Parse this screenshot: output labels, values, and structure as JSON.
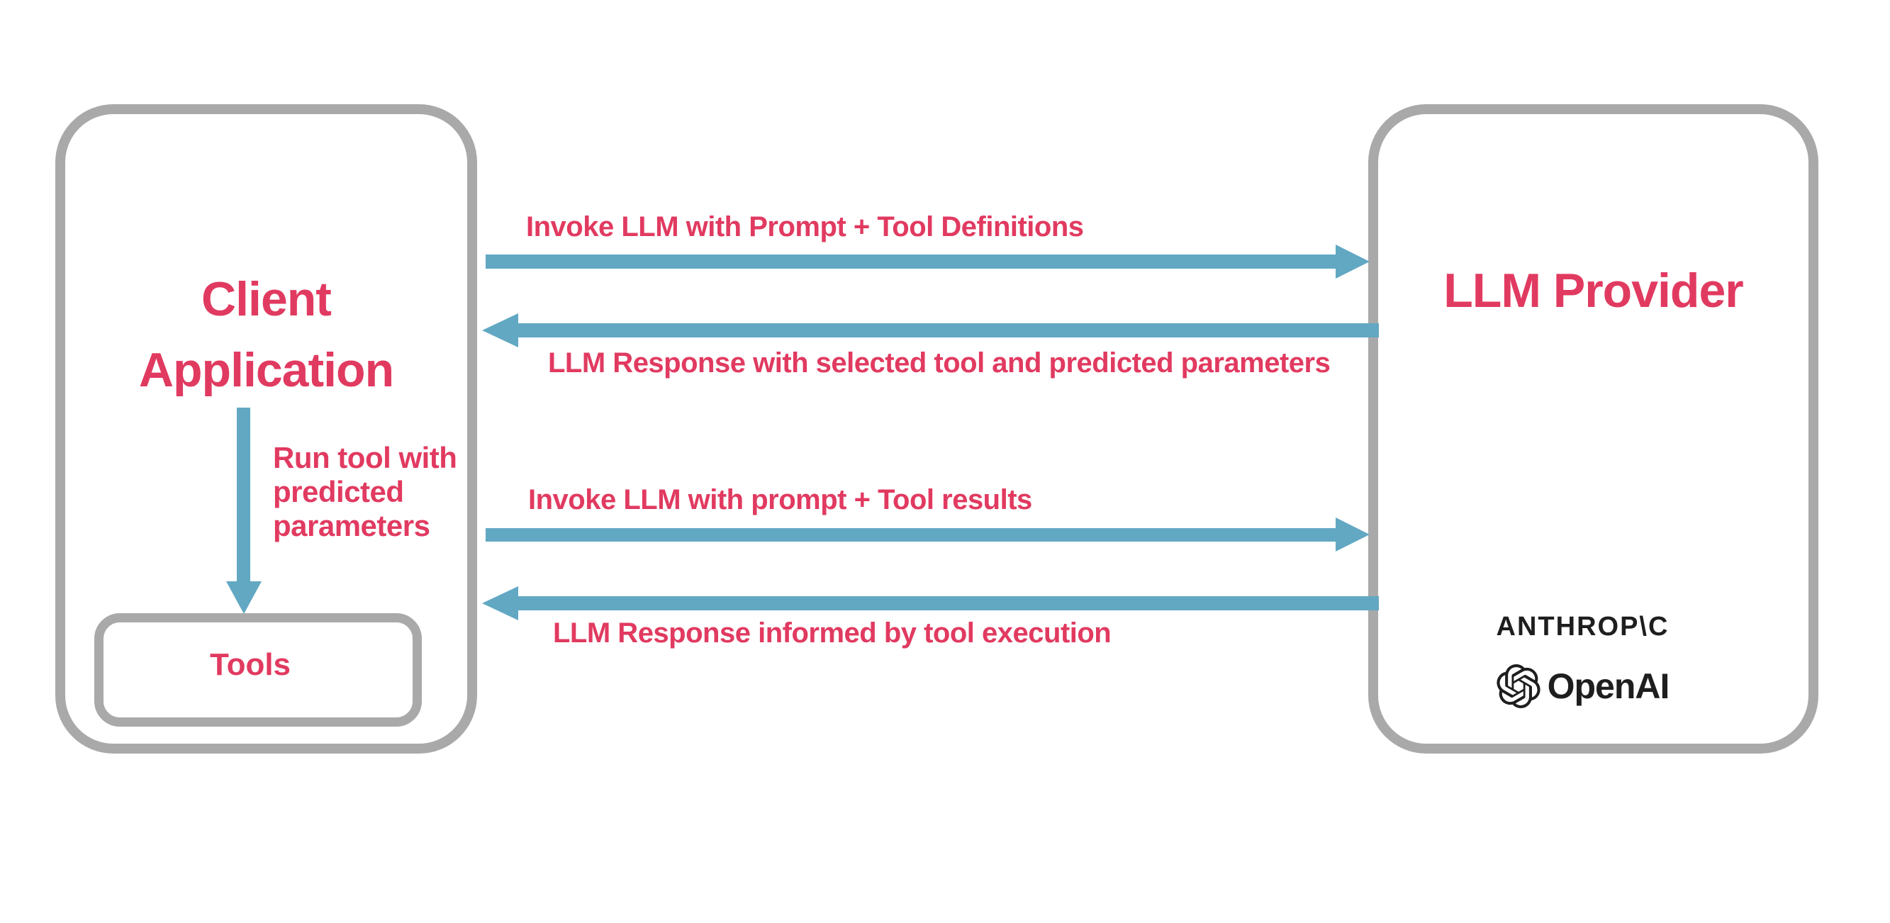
{
  "diagram_title": "LLM tool-use flow between client application and LLM provider",
  "colors": {
    "accent_pink": "#E13A60",
    "arrow_blue": "#62A8C3",
    "border_gray": "#A9A9A9",
    "logo_dark": "#1E1E1E"
  },
  "client_box": {
    "title": "Client Application",
    "internal_flow": {
      "label": "Run tool with predicted parameters",
      "direction": "down"
    },
    "tools_box": {
      "label": "Tools"
    }
  },
  "provider_box": {
    "title": "LLM Provider",
    "providers": [
      {
        "name": "ANTHROP\\C"
      },
      {
        "name": "OpenAI",
        "icon": "openai-logo-icon"
      }
    ]
  },
  "flows": [
    {
      "label": "Invoke LLM with Prompt + Tool Definitions",
      "direction": "right",
      "from": "Client Application",
      "to": "LLM Provider"
    },
    {
      "label": "LLM Response with selected tool and predicted parameters",
      "direction": "left",
      "from": "LLM Provider",
      "to": "Client Application"
    },
    {
      "label": "Invoke LLM with prompt + Tool results",
      "direction": "right",
      "from": "Client Application",
      "to": "LLM Provider"
    },
    {
      "label": "LLM Response informed by tool execution",
      "direction": "left",
      "from": "LLM Provider",
      "to": "Client Application"
    }
  ]
}
